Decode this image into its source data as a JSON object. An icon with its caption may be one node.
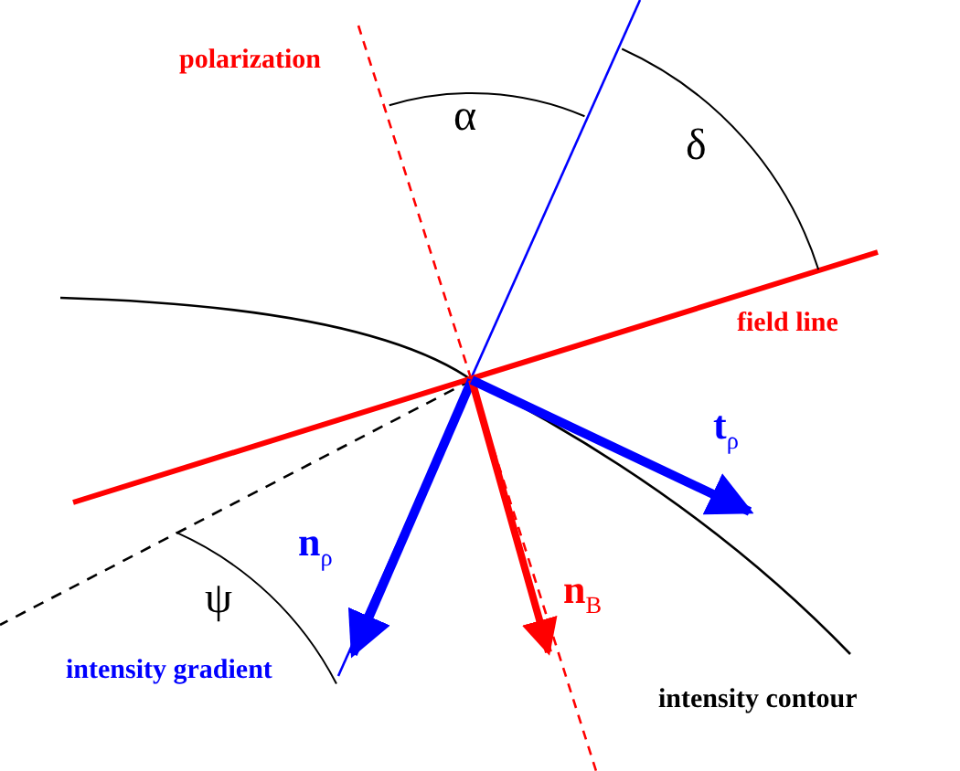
{
  "diagram": {
    "labels": [
      "polarization",
      "α",
      "δ",
      "field line",
      "t$_{ρ}$",
      "n$_{ρ}$",
      "n$_{B}$",
      "ψ",
      "intensity gradient",
      "intensity contour"
    ]
  }
}
